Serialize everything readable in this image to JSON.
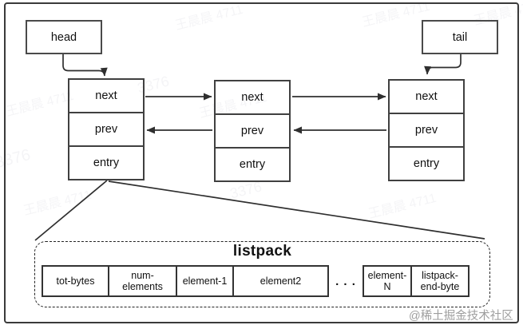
{
  "diagram": {
    "head": {
      "label": "head"
    },
    "tail": {
      "label": "tail"
    },
    "nodes": [
      {
        "rows": [
          "next",
          "prev",
          "entry"
        ]
      },
      {
        "rows": [
          "next",
          "prev",
          "entry"
        ]
      },
      {
        "rows": [
          "next",
          "prev",
          "entry"
        ]
      }
    ],
    "listpack": {
      "title": "listpack",
      "cells_left": [
        "tot-bytes",
        "num-elements",
        "element-1",
        "element2"
      ],
      "dots": ". . .",
      "cells_right": [
        "element-N",
        "listpack-end-byte"
      ]
    }
  },
  "watermarks": {
    "user": "王晨晨 4711",
    "id": "3376",
    "community": "@稀土掘金技术社区"
  },
  "colors": {
    "line": "#2f2f2f",
    "box_border": "#404040",
    "community_gray": "#9e9e9e"
  }
}
